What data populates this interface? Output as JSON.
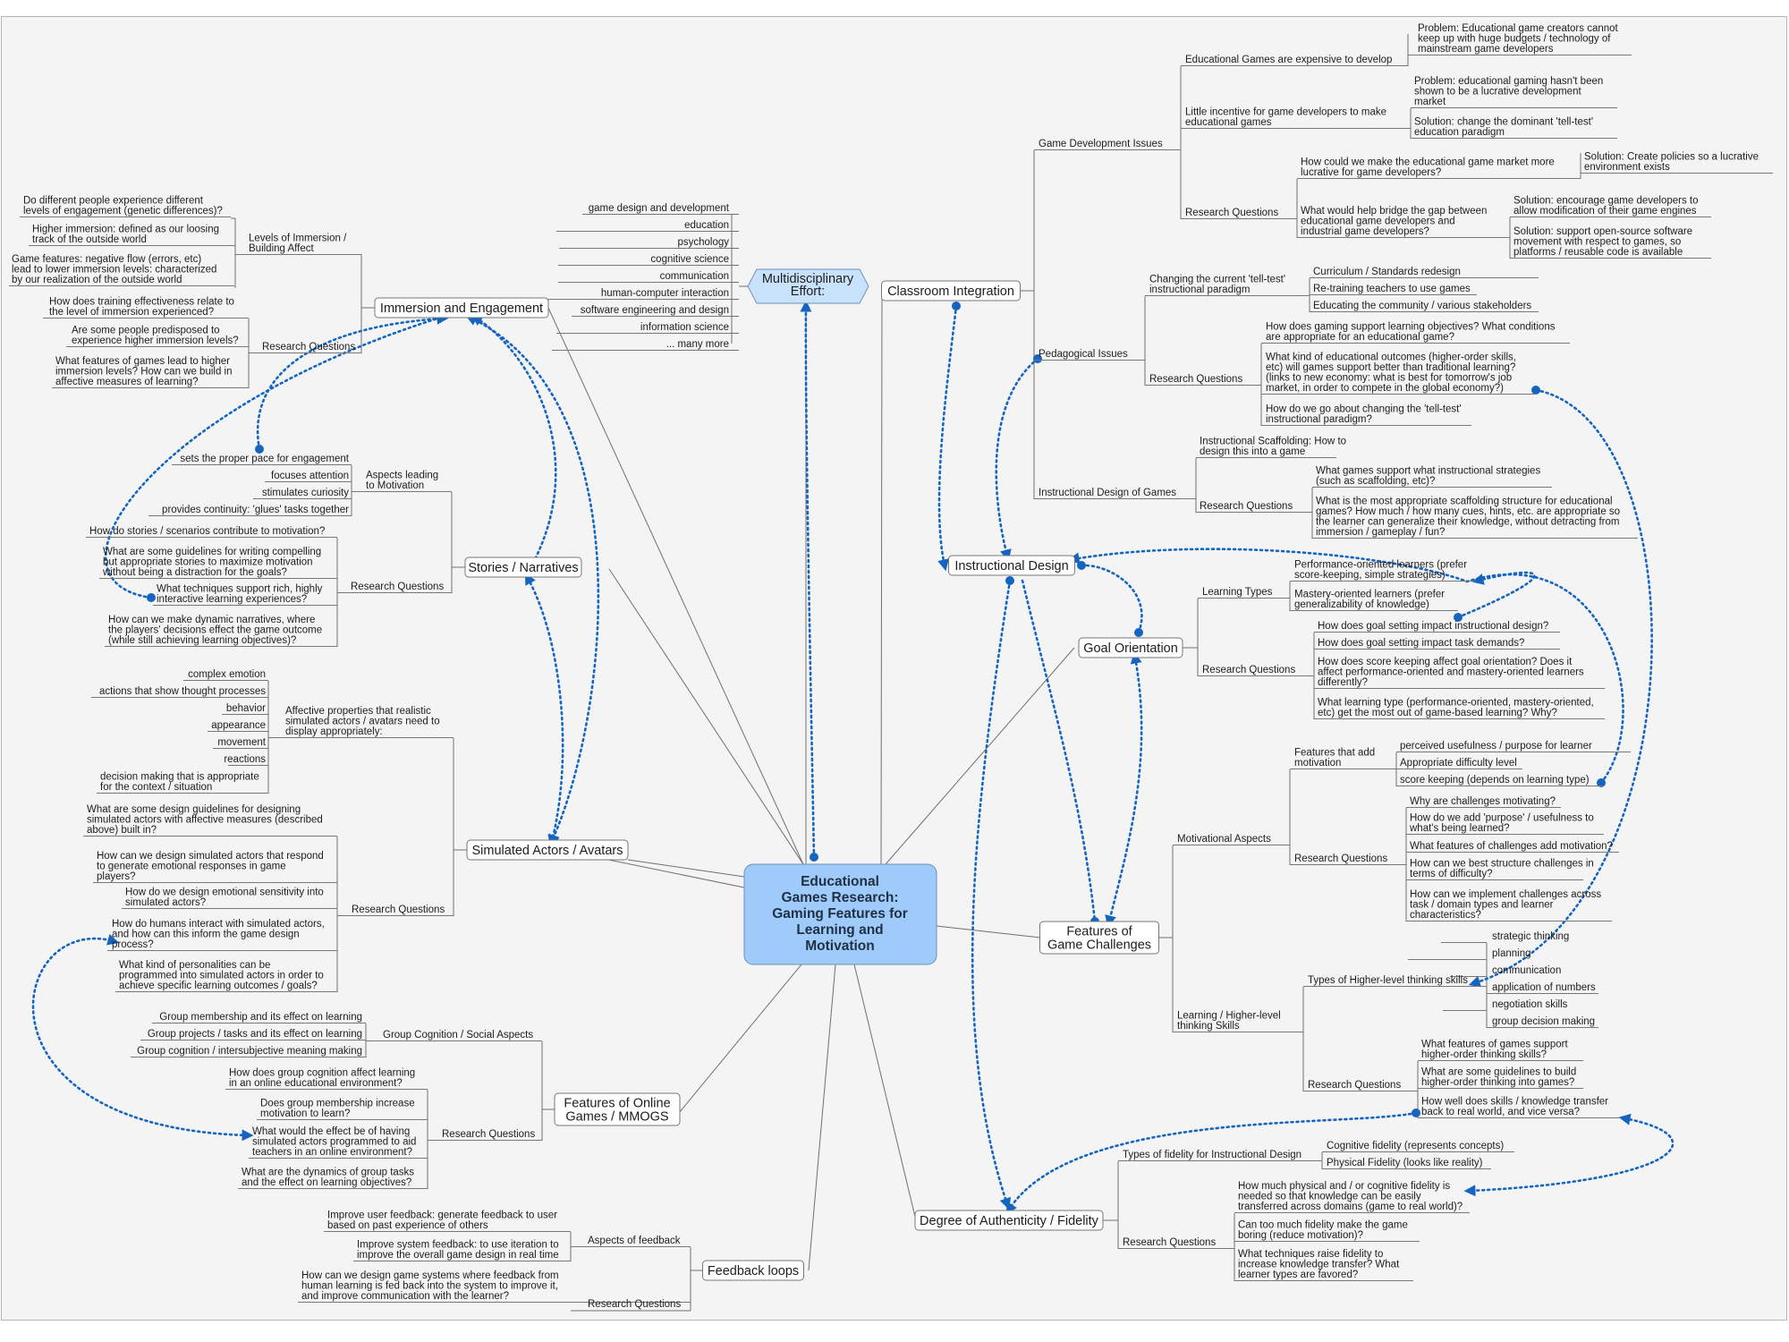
{
  "center": {
    "lines": [
      "Educational",
      "Games Research:",
      "Gaming Features for",
      "Learning and",
      "Motivation"
    ]
  },
  "multidisciplinary": {
    "title": [
      "Multidisciplinary",
      "Effort:"
    ],
    "items": [
      "game design and development",
      "education",
      "psychology",
      "cognitive science",
      "communication",
      "human-computer interaction",
      "software engineering and design",
      "information science",
      "... many more"
    ]
  },
  "topics": {
    "immersion": "Immersion and Engagement",
    "stories": "Stories / Narratives",
    "actors": "Simulated Actors / Avatars",
    "online": [
      "Features of Online",
      "Games / MMOGS"
    ],
    "feedback": "Feedback loops",
    "classroom": "Classroom Integration",
    "instructional": "Instructional Design",
    "goal": "Goal Orientation",
    "challenges": [
      "Features of",
      "Game Challenges"
    ],
    "authenticity": "Degree of Authenticity / Fidelity"
  },
  "immersion": {
    "levels_label": [
      "Levels of Immersion /",
      "Building Affect"
    ],
    "levels": [
      [
        "Do different people experience different",
        "levels of engagement (genetic differences)?"
      ],
      [
        "Higher immersion:  defined as our loosing",
        "track of the outside world"
      ],
      [
        "Game features:  negative flow (errors, etc)",
        "lead to lower immersion levels:  characterized",
        "by our realization of the outside world"
      ]
    ],
    "rq_label": "Research Questions",
    "rq": [
      [
        "How does training effectiveness relate to",
        "the level of immersion experienced?"
      ],
      [
        "Are some people predisposed to",
        "experience higher immersion levels?"
      ],
      [
        "What features of games lead to higher",
        "immersion levels?  How can we build in",
        "affective measures of learning?"
      ]
    ]
  },
  "stories": {
    "motivation_label": [
      "Aspects leading",
      "to Motivation"
    ],
    "motivation": [
      "sets the proper pace for engagement",
      "focuses attention",
      "stimulates curiosity",
      "provides continuity:  'glues' tasks together"
    ],
    "rq_label": "Research Questions",
    "rq": [
      [
        "How do stories / scenarios contribute to motivation?"
      ],
      [
        "What are some guidelines for writing compelling",
        "but appropriate stories to maximize motivation",
        "without being a distraction for the goals?"
      ],
      [
        "What techniques support rich, highly",
        "interactive learning experiences?"
      ],
      [
        "How can we make dynamic narratives, where",
        "the players' decisions effect the game outcome",
        "(while still achieving learning objectives)?"
      ]
    ]
  },
  "actors": {
    "affective_label": [
      "Affective properties that realistic",
      "simulated actors / avatars need to",
      "display appropriately:"
    ],
    "affective": [
      "complex emotion",
      "actions that show thought processes",
      "behavior",
      "appearance",
      "movement",
      "reactions"
    ],
    "affective_last": [
      "decision making that is appropriate",
      "for the context / situation"
    ],
    "rq_label": "Research Questions",
    "rq": [
      [
        "What are some design guidelines for designing",
        "simulated actors with affective measures (described",
        "above) built in?"
      ],
      [
        "How can we design simulated actors that respond",
        "to generate emotional responses in game",
        "players?"
      ],
      [
        "How do we design emotional sensitivity into",
        "simulated actors?"
      ],
      [
        "How do humans interact with simulated actors,",
        "and how can this inform the game design",
        "process?"
      ],
      [
        "What kind of personalities can be",
        "programmed into simulated actors in order to",
        "achieve specific learning outcomes / goals?"
      ]
    ]
  },
  "online": {
    "group_label": "Group Cognition / Social Aspects",
    "group": [
      "Group membership and its effect on learning",
      "Group projects / tasks and its effect on learning",
      "Group cognition / intersubjective meaning making"
    ],
    "rq_label": "Research Questions",
    "rq": [
      [
        "How does group cognition affect learning",
        "in an online educational environment?"
      ],
      [
        "Does group membership increase",
        "motivation to learn?"
      ],
      [
        "What would the effect be of having",
        "simulated actors programmed to aid",
        "teachers in an online environment?"
      ],
      [
        "What are the dynamics of group tasks",
        "and the effect on learning objectives?"
      ]
    ]
  },
  "feedback": {
    "aspects_label": "Aspects of feedback",
    "aspects": [
      [
        "Improve user feedback:  generate feedback to user",
        "based on past experience of others"
      ],
      [
        "Improve system feedback:  to use iteration to",
        "improve the overall game design in real time"
      ]
    ],
    "rq_label": "Research Questions",
    "rq": [
      [
        "How can we design game systems where feedback from",
        "human learning is fed back into the system to improve it,",
        "and improve communication with the learner?"
      ]
    ]
  },
  "classroom": {
    "gdi_label": "Game Development Issues",
    "expensive": "Educational Games are expensive to develop",
    "expensive_problem": [
      "Problem:  Educational game creators cannot",
      "keep up with huge budgets / technology of",
      "mainstream game developers"
    ],
    "incentive": [
      "Little incentive for game developers to make",
      "educational games"
    ],
    "incentive_problem": [
      "Problem:  educational gaming hasn't been",
      "shown to be a lucrative development",
      "market"
    ],
    "incentive_solution": [
      "Solution:  change the dominant 'tell-test'",
      "education paradigm"
    ],
    "gdi_rq_label": "Research Questions",
    "gdi_rq1": [
      "How could we make the educational game market more",
      "lucrative for game developers?"
    ],
    "gdi_rq1_solution": [
      "Solution:  Create policies so a lucrative",
      "environment exists"
    ],
    "gdi_rq2": [
      "What would help bridge the gap between",
      "educational game developers and",
      "industrial game developers?"
    ],
    "gdi_rq2_solution1": [
      "Solution:  encourage game developers to",
      "allow modification of their game engines"
    ],
    "gdi_rq2_solution2": [
      "Solution:  support open-source software",
      "movement with respect to games, so",
      "platforms / reusable code is available"
    ],
    "ped_label": "Pedagogical Issues",
    "paradigm_label": [
      "Changing the current 'tell-test'",
      "instructional paradigm"
    ],
    "paradigm": [
      "Curriculum / Standards redesign",
      "Re-training teachers to use games",
      "Educating the community / various stakeholders"
    ],
    "ped_rq_label": "Research Questions",
    "ped_rq": [
      [
        "How does gaming support learning objectives?  What conditions",
        "are appropriate for an educational game?"
      ],
      [
        "What kind of educational outcomes (higher-order skills,",
        "etc) will games support better than traditional learning?",
        "(links to new economy:  what is best for tomorrow's job",
        "market, in order to compete in the global economy?)"
      ],
      [
        "How do we go about changing the 'tell-test'",
        "instructional paradigm?"
      ]
    ],
    "idg_label": "Instructional Design of Games",
    "scaffold": [
      "Instructional Scaffolding:  How to",
      "design this into a game"
    ],
    "idg_rq_label": "Research Questions",
    "idg_rq": [
      [
        "What games support what instructional strategies",
        "(such as scaffolding, etc)?"
      ],
      [
        "What is the most appropriate scaffolding structure for educational",
        "games?  How much / how many cues, hints, etc. are appropriate so",
        "the learner can generalize their knowledge, without detracting from",
        "immersion / gameplay / fun?"
      ]
    ]
  },
  "goal": {
    "types_label": "Learning Types",
    "types": [
      [
        "Performance-oriented learners (prefer",
        "score-keeping, simple strategies)"
      ],
      [
        "Mastery-oriented learners (prefer",
        "generalizability of knowledge)"
      ]
    ],
    "rq_label": "Research Questions",
    "rq": [
      [
        "How does goal setting impact instructional design?"
      ],
      [
        "How does goal setting impact task demands?"
      ],
      [
        "How does score keeping affect goal orientation?  Does it",
        "affect performance-oriented and mastery-oriented learners",
        "differently?"
      ],
      [
        "What learning type (performance-oriented, mastery-oriented,",
        "etc) get the most out of game-based learning?  Why?"
      ]
    ]
  },
  "challenges": {
    "motivational_label": "Motivational Aspects",
    "features_label": [
      "Features that add",
      "motivation"
    ],
    "features": [
      "perceived usefulness / purpose for learner",
      "Appropriate difficulty level",
      "score keeping (depends on learning type)"
    ],
    "mot_rq_label": "Research Questions",
    "mot_rq": [
      [
        "Why are challenges motivating?"
      ],
      [
        "How do we add 'purpose' / usefulness to",
        "what's being learned?"
      ],
      [
        "What features of challenges add motivation?"
      ],
      [
        "How can we best structure challenges in",
        "terms of difficulty?"
      ],
      [
        "How can we implement challenges across",
        "task / domain types and learner",
        "characteristics?"
      ]
    ],
    "thinking_label": [
      "Learning / Higher-level",
      "thinking Skills"
    ],
    "types_label": "Types of Higher-level thinking skills",
    "types": [
      "strategic thinking",
      "planning",
      "communication",
      "application of numbers",
      "negotiation skills",
      "group decision making"
    ],
    "th_rq_label": "Research Questions",
    "th_rq": [
      [
        "What features of games support",
        "higher-order thinking skills?"
      ],
      [
        "What are some guidelines to build",
        "higher-order thinking into games?"
      ],
      [
        "How well does skills / knowledge transfer",
        "back to real world, and vice versa?"
      ]
    ]
  },
  "authenticity": {
    "types_label": "Types of fidelity for Instructional Design",
    "types": [
      "Cognitive fidelity (represents concepts)",
      "Physical Fidelity (looks like reality)"
    ],
    "rq_label": "Research Questions",
    "rq": [
      [
        "How much physical and / or cognitive fidelity is",
        "needed so that knowledge can be easily",
        "transferred across domains (game to real world)?"
      ],
      [
        "Can too much fidelity make the game",
        "boring (reduce motivation)?"
      ],
      [
        "What techniques raise fidelity to",
        "increase knowledge transfer?  What",
        "learner types are favored?"
      ]
    ]
  },
  "colors": {
    "center_fill": "#9fcbfa",
    "link": "#1565c0",
    "line": "#6f6f6f",
    "background": "#f4f4f4"
  }
}
